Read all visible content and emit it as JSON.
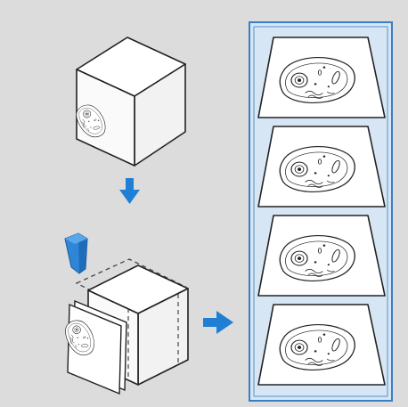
{
  "diagram": {
    "background_color": "#dcdcdc",
    "panel_fill": "#d6e6f5",
    "panel_border": "#3a7fc4",
    "arrow_color": "#1e7fd4",
    "knife_color": "#2f86d8",
    "outline_color": "#222222",
    "steps": [
      {
        "name": "specimen-block",
        "icon": "cube-with-cell"
      },
      {
        "name": "arrow-down",
        "icon": "arrow-down-icon"
      },
      {
        "name": "microtome-knife",
        "icon": "blade-icon"
      },
      {
        "name": "block-being-sectioned",
        "icon": "cube-slices"
      },
      {
        "name": "arrow-right",
        "icon": "arrow-right-icon"
      },
      {
        "name": "serial-sections",
        "icon": "stacked-sections",
        "count": 4
      }
    ]
  }
}
